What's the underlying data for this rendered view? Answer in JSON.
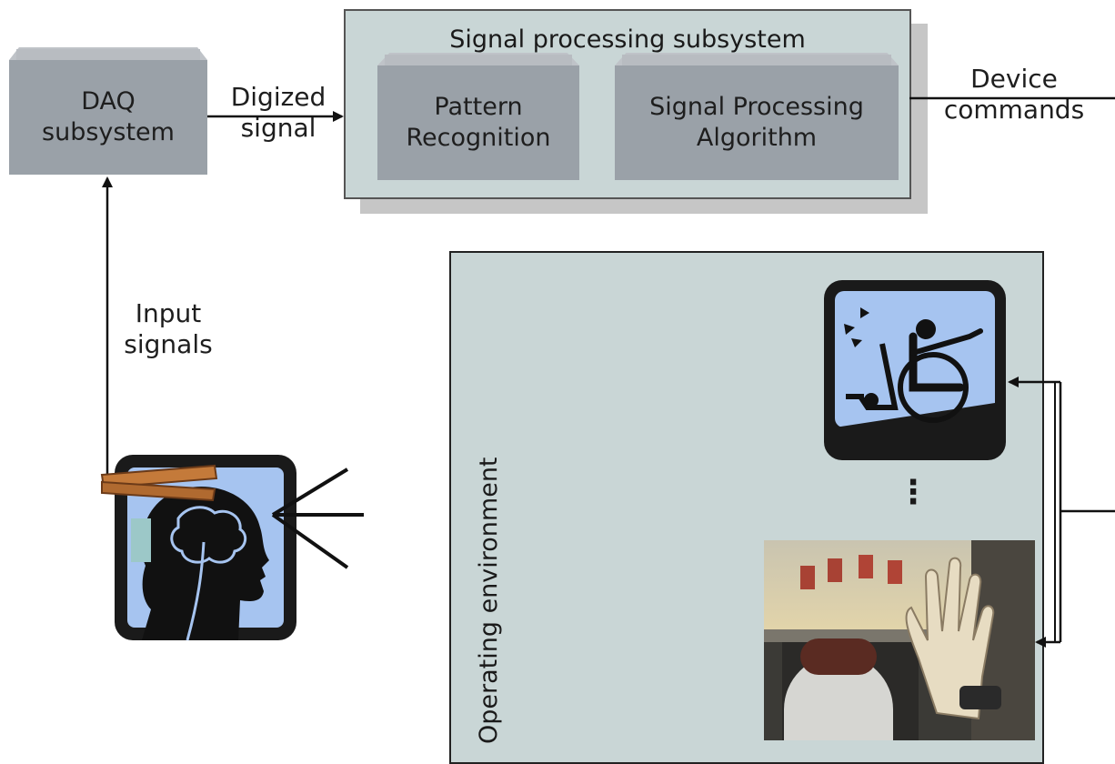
{
  "daq": {
    "line1": "DAQ",
    "line2": "subsystem"
  },
  "digitized": {
    "line1": "Digized",
    "line2": "signal"
  },
  "processing": {
    "title": "Signal processing subsystem",
    "pattern": {
      "line1": "Pattern",
      "line2": "Recognition"
    },
    "algorithm": {
      "line1": "Signal Processing",
      "line2": "Algorithm"
    }
  },
  "device": {
    "line1": "Device",
    "line2": "commands"
  },
  "input": {
    "line1": "Input",
    "line2": "signals"
  },
  "environment": {
    "label": "Operating environment",
    "ellipsis": "⋮"
  },
  "colors": {
    "block": "#9aa1a8",
    "panel": "#c9d6d6",
    "icon_bg": "#a6c4f0",
    "electrode": "#c47a3a"
  },
  "icons": [
    "brain-head-icon",
    "wheelchair-icon",
    "vr-hand-photo"
  ]
}
